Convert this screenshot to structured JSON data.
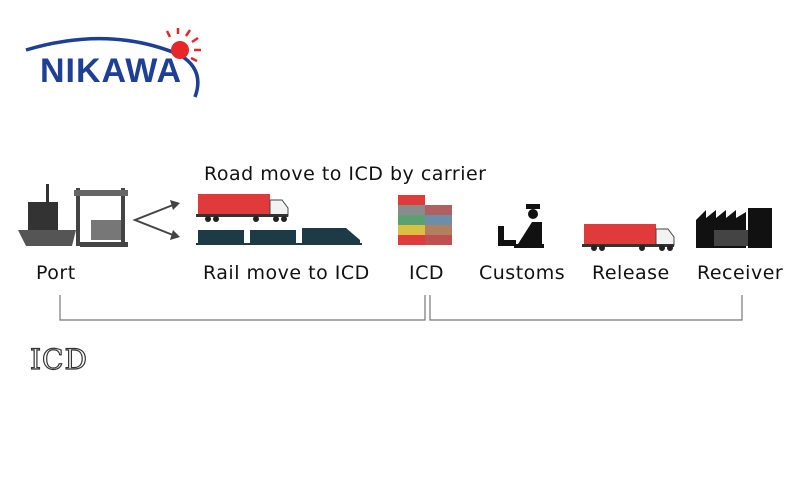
{
  "logo": {
    "text": "NIKAWA",
    "colors": {
      "blue": "#1d3f95",
      "sun": "#e8262a"
    }
  },
  "diagram": {
    "road_label": "Road move to ICD by carrier",
    "rail_label": "Rail move to ICD",
    "stages": [
      {
        "label": "Port",
        "icon": "port-ship-crane-icon"
      },
      {
        "label": "ICD",
        "icon": "container-stack-icon"
      },
      {
        "label": "Customs",
        "icon": "customs-officer-icon"
      },
      {
        "label": "Release",
        "icon": "container-truck-icon"
      },
      {
        "label": "Receiver",
        "icon": "factory-icon"
      }
    ]
  },
  "heading": "ICD"
}
